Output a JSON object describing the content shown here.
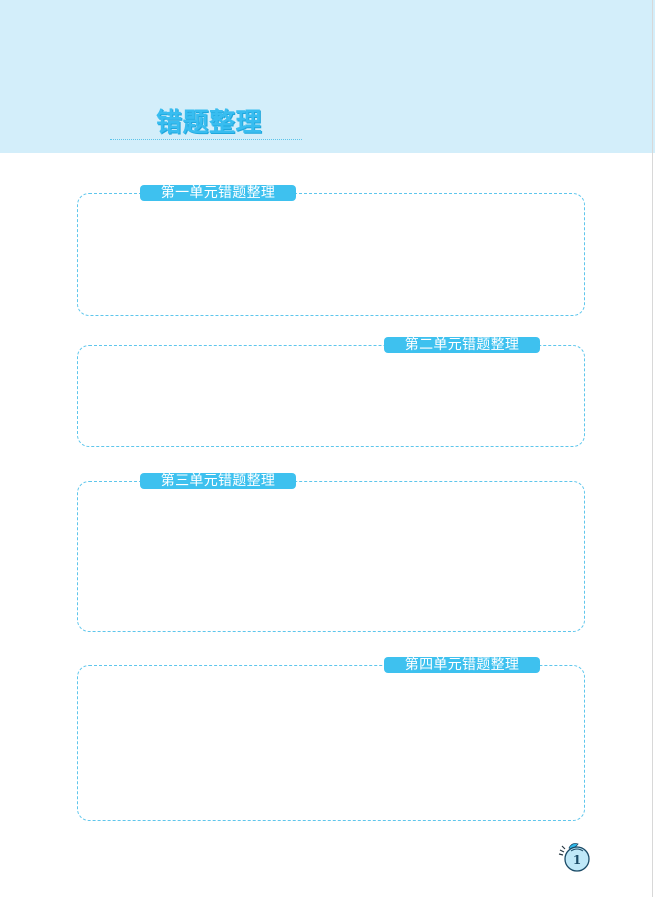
{
  "header": {
    "title": "错题整理"
  },
  "sections": [
    {
      "label": "第一单元错题整理"
    },
    {
      "label": "第二单元错题整理"
    },
    {
      "label": "第三单元错题整理"
    },
    {
      "label": "第四单元错题整理"
    }
  ],
  "footer": {
    "page_number": "1",
    "badge_icon": "apple-page-badge-icon"
  },
  "colors": {
    "header_background": "#d3eefa",
    "accent": "#3ec1ef",
    "title": "#38bdf0",
    "dashed_border": "#5ec6ec"
  }
}
